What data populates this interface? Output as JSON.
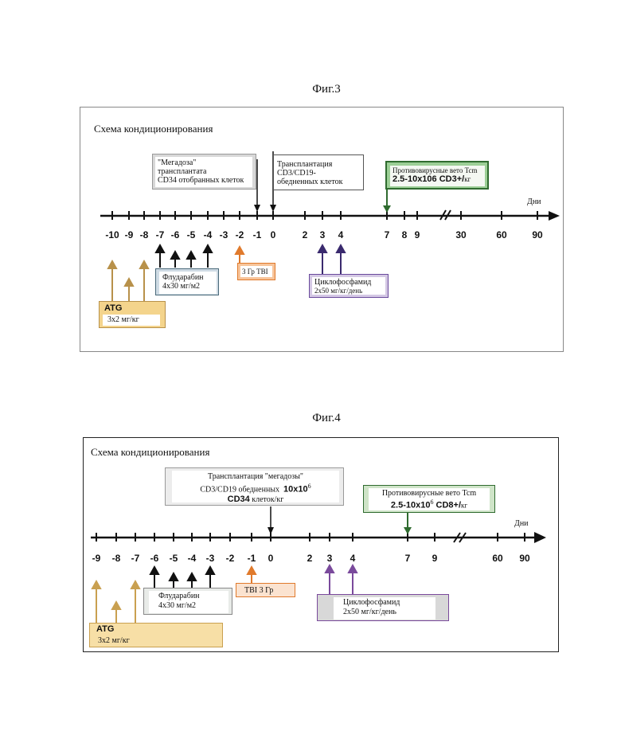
{
  "fig3": {
    "title": "Фиг.3",
    "panel_title": "Схема кондиционирования",
    "axis_label": "Дни",
    "ticks": [
      "-10",
      "-9",
      "-8",
      "-7",
      "-6",
      "-5",
      "-4",
      "-3",
      "-2",
      "-1",
      "0",
      "2",
      "3",
      "4",
      "7",
      "8",
      "9",
      "30",
      "60",
      "90"
    ],
    "megadose_box": {
      "line1": "\"Мегадоза\"",
      "line2": "трансплантата",
      "line3": "CD34 отобранных клеток"
    },
    "transplant_box": {
      "line1": "Трансплантация",
      "line2": "CD3/CD19-",
      "line3": "обедненных клеток"
    },
    "antiviral_box": {
      "line1": "Противовирусные вето Tcm",
      "dose": "2.5-10x106 CD3+/",
      "unit": "кг"
    },
    "fludarabine_box": {
      "line1": "Флударабин",
      "line2": "4x30 мг/м2"
    },
    "tbi_box": {
      "label": "3 Гр TBI"
    },
    "cyclo_box": {
      "line1": "Циклофосфамид",
      "line2": "2x50 мг/кг/день"
    },
    "atg_box": {
      "line1": "ATG",
      "line2": "3x2 мг/кг"
    }
  },
  "fig4": {
    "title": "Фиг.4",
    "panel_title": "Схема кондиционирования",
    "axis_label": "Дни",
    "ticks": [
      "-9",
      "-8",
      "-7",
      "-6",
      "-5",
      "-4",
      "-3",
      "-2",
      "-1",
      "0",
      "2",
      "3",
      "4",
      "7",
      "9",
      "60",
      "90"
    ],
    "transplant_box": {
      "line1": "Трансплантация \"мегадозы\"",
      "line2": "CD3/CD19 обедненных",
      "dose": "10x10",
      "dose_sup": "6",
      "cd34": "CD34",
      "unit": "клеток/кг"
    },
    "antiviral_box": {
      "line1": "Противовирусные вето Tcm",
      "dose": "2.5-10x10",
      "dose_sup": "6",
      "cd": " CD8+/",
      "unit": "кг"
    },
    "fludarabine_box": {
      "line1": "Флударабин",
      "line2": "4x30 мг/м2"
    },
    "tbi_box": {
      "label": "TBI 3 Гр"
    },
    "cyclo_box": {
      "line1": "Циклофосфамид",
      "line2": "2x50 мг/кг/день"
    },
    "atg_box": {
      "line1": "ATG",
      "line2": "3x2 мг/кг"
    }
  },
  "colors": {
    "atg": "#b8914a",
    "fludarabine": "#111111",
    "tbi": "#e07a2c",
    "cyclo": "#3a2a6e",
    "cyclo4": "#7a4a9c",
    "antiviral": "#2f6b2f"
  }
}
